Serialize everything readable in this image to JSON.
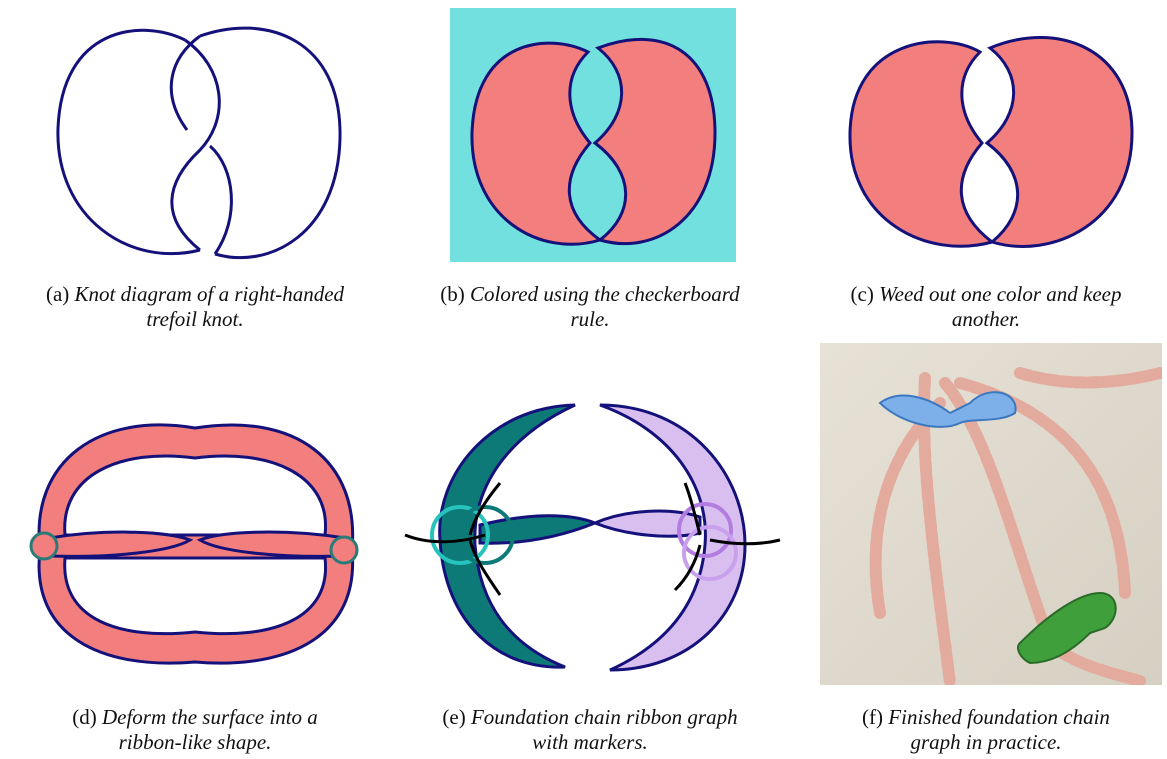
{
  "colors": {
    "stroke": "#15117a",
    "salmon": "#f27f7d",
    "cyan": "#73e0e0",
    "teal": "#0e7a78",
    "lavender": "#d8bff0",
    "marker_teal": "#26c4bd",
    "marker_purple": "#b27ce0",
    "marker_blue": "#7db0e8",
    "marker_green": "#3f9f3a",
    "yarn": "#e3ab9e"
  },
  "panels": [
    {
      "tag": "(a)",
      "line1": "Knot diagram of a right-handed",
      "line2": "trefoil knot."
    },
    {
      "tag": "(b)",
      "line1": "Colored using the checkerboard",
      "line2": "rule."
    },
    {
      "tag": "(c)",
      "line1": "Weed out one color and keep",
      "line2": "another."
    },
    {
      "tag": "(d)",
      "line1": "Deform the surface into a",
      "line2": "ribbon-like shape."
    },
    {
      "tag": "(e)",
      "line1": "Foundation chain ribbon graph",
      "line2": "with markers."
    },
    {
      "tag": "(f)",
      "line1": "Finished foundation chain",
      "line2": "graph in practice."
    }
  ]
}
